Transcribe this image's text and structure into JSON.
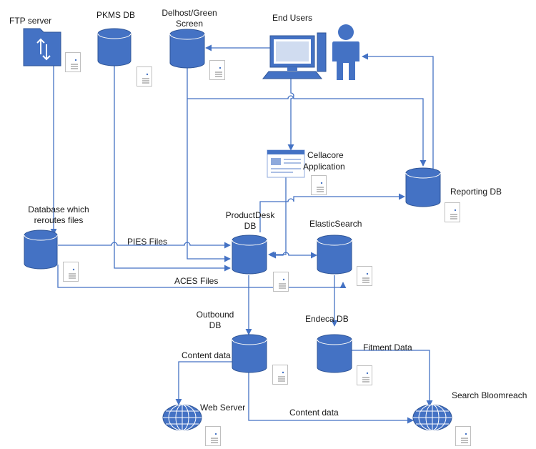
{
  "labels": {
    "ftp": "FTP server",
    "pkms": "PKMS DB",
    "delhost_1": "Delhost/Green",
    "delhost_2": "Screen",
    "end_users": "End Users",
    "cellacore_1": "Cellacore",
    "cellacore_2": "Application",
    "reporting": "Reporting DB",
    "reroute_1": "Database which",
    "reroute_2": "reroutes files",
    "productdesk_1": "ProductDesk",
    "productdesk_2": "DB",
    "elastic": "ElasticSearch",
    "pies": "PIES Files",
    "aces": "ACES Files",
    "outbound_1": "Outbound",
    "outbound_2": "DB",
    "endeca": "Endeca DB",
    "content_left": "Content data",
    "fitment": "Fitment Data",
    "webserver": "Web Server",
    "content_bottom": "Content data",
    "bloomreach": "Search Bloomreach"
  },
  "colors": {
    "shape_fill": "#4472c4",
    "shape_stroke": "#2f5597",
    "line": "#4472c4",
    "doc_border": "#bfbfbf",
    "text": "#1a1a1a"
  },
  "icons": {
    "ftp": "ftp-folder-icon",
    "computer": "desktop-computer-icon",
    "user": "person-icon",
    "app": "application-window-icon",
    "globe": "globe-icon",
    "doc": "document-icon"
  }
}
